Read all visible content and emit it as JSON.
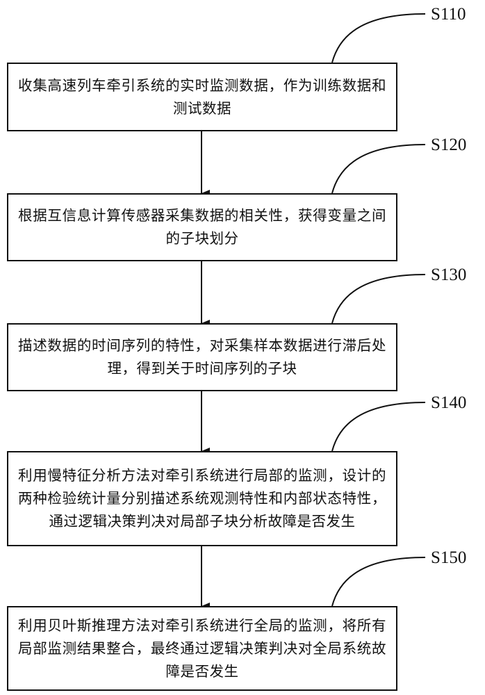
{
  "steps": [
    {
      "id": "S110",
      "text": "收集高速列车牵引系统的实时监测数据，作为训练数据和测试数据"
    },
    {
      "id": "S120",
      "text": "根据互信息计算传感器采集数据的相关性，获得变量之间的子块划分"
    },
    {
      "id": "S130",
      "text": "描述数据的时间序列的特性，对采集样本数据进行滞后处理，得到关于时间序列的子块"
    },
    {
      "id": "S140",
      "text": "利用慢特征分析方法对牵引系统进行局部的监测，设计的两种检验统计量分别描述系统观测特性和内部状态特性，通过逻辑决策判决对局部子块分析故障是否发生"
    },
    {
      "id": "S150",
      "text": "利用贝叶斯推理方法对牵引系统进行全局的监测，将所有局部监测结果整合，最终通过逻辑决策判决对全局系统故障是否发生"
    }
  ],
  "colors": {
    "line": "#111111",
    "box_border": "#111111",
    "background": "#ffffff"
  }
}
